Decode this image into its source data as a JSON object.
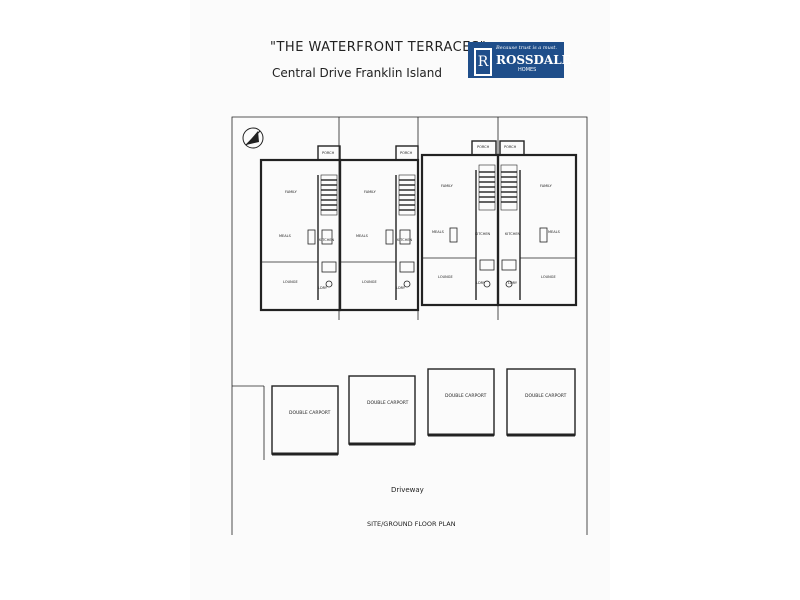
{
  "header": {
    "title": "\"THE WATERFRONT TERRACES\"",
    "subtitle": "Central Drive Franklin Island"
  },
  "logo": {
    "mark": "R",
    "tagline": "Because trust is a must.",
    "brand": "ROSSDALE",
    "sub": "HOMES"
  },
  "rooms": {
    "porch": "PORCH",
    "family": "FAMILY",
    "meals": "MEALS",
    "kitchen": "KITCHEN",
    "lounge": "LOUNGE",
    "ldry": "LDRY"
  },
  "carports": [
    {
      "label": "DOUBLE CARPORT"
    },
    {
      "label": "DOUBLE CARPORT"
    },
    {
      "label": "DOUBLE CARPORT"
    },
    {
      "label": "DOUBLE CARPORT"
    }
  ],
  "driveway": "Driveway",
  "plan_title": "SITE/GROUND FLOOR PLAN",
  "colors": {
    "ink": "#222222",
    "brand_blue": "#1f4e8a"
  }
}
